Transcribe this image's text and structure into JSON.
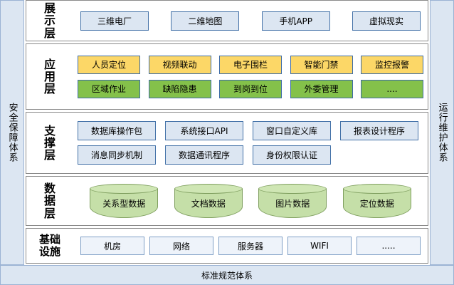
{
  "sides": {
    "left_label": "安全保障体系",
    "right_label": "运行维护体系"
  },
  "bottom": {
    "label": "标准规范体系"
  },
  "layers": [
    {
      "key": "presentation",
      "label": "展示层",
      "rows": [
        {
          "style": "blue",
          "items": [
            "三维电厂",
            "二维地图",
            "手机APP",
            "虚拟现实"
          ]
        }
      ]
    },
    {
      "key": "application",
      "label": "应用层",
      "rows": [
        {
          "style": "amber",
          "items": [
            "人员定位",
            "视频联动",
            "电子围栏",
            "智能门禁",
            "监控报警"
          ]
        },
        {
          "style": "green",
          "items": [
            "区域作业",
            "缺陷隐患",
            "到岗到位",
            "外委管理",
            "...."
          ]
        }
      ]
    },
    {
      "key": "support",
      "label": "支撑层",
      "rows": [
        {
          "style": "blue",
          "items": [
            "数据库操作包",
            "系统接口API",
            "窗口自定义库",
            "报表设计程序"
          ]
        },
        {
          "style": "blue",
          "items": [
            "消息同步机制",
            "数据通讯程序",
            "身份权限认证"
          ]
        }
      ]
    },
    {
      "key": "data",
      "label": "数据层",
      "rows": [
        {
          "style": "cylinder",
          "items": [
            "关系型数据",
            "文档数据",
            "图片数据",
            "定位数据"
          ]
        }
      ]
    },
    {
      "key": "infrastructure",
      "label": "基础设施",
      "rows": [
        {
          "style": "pale",
          "items": [
            "机房",
            "网络",
            "服务器",
            "WIFI",
            "....."
          ]
        }
      ]
    }
  ],
  "colors": {
    "panel_border": "#8a8a8a",
    "sidebar_fill": "#dce6f2",
    "sidebar_border": "#9bb3d4",
    "blue_fill": "#dce6f2",
    "blue_border": "#4472a8",
    "amber_fill": "#fcd767",
    "green_fill": "#84c14a",
    "cylinder_fill": "#c5dfa8",
    "cylinder_top": "#cfe6b4",
    "cylinder_border": "#7f9f5f",
    "pale_fill": "#eef3fa"
  }
}
